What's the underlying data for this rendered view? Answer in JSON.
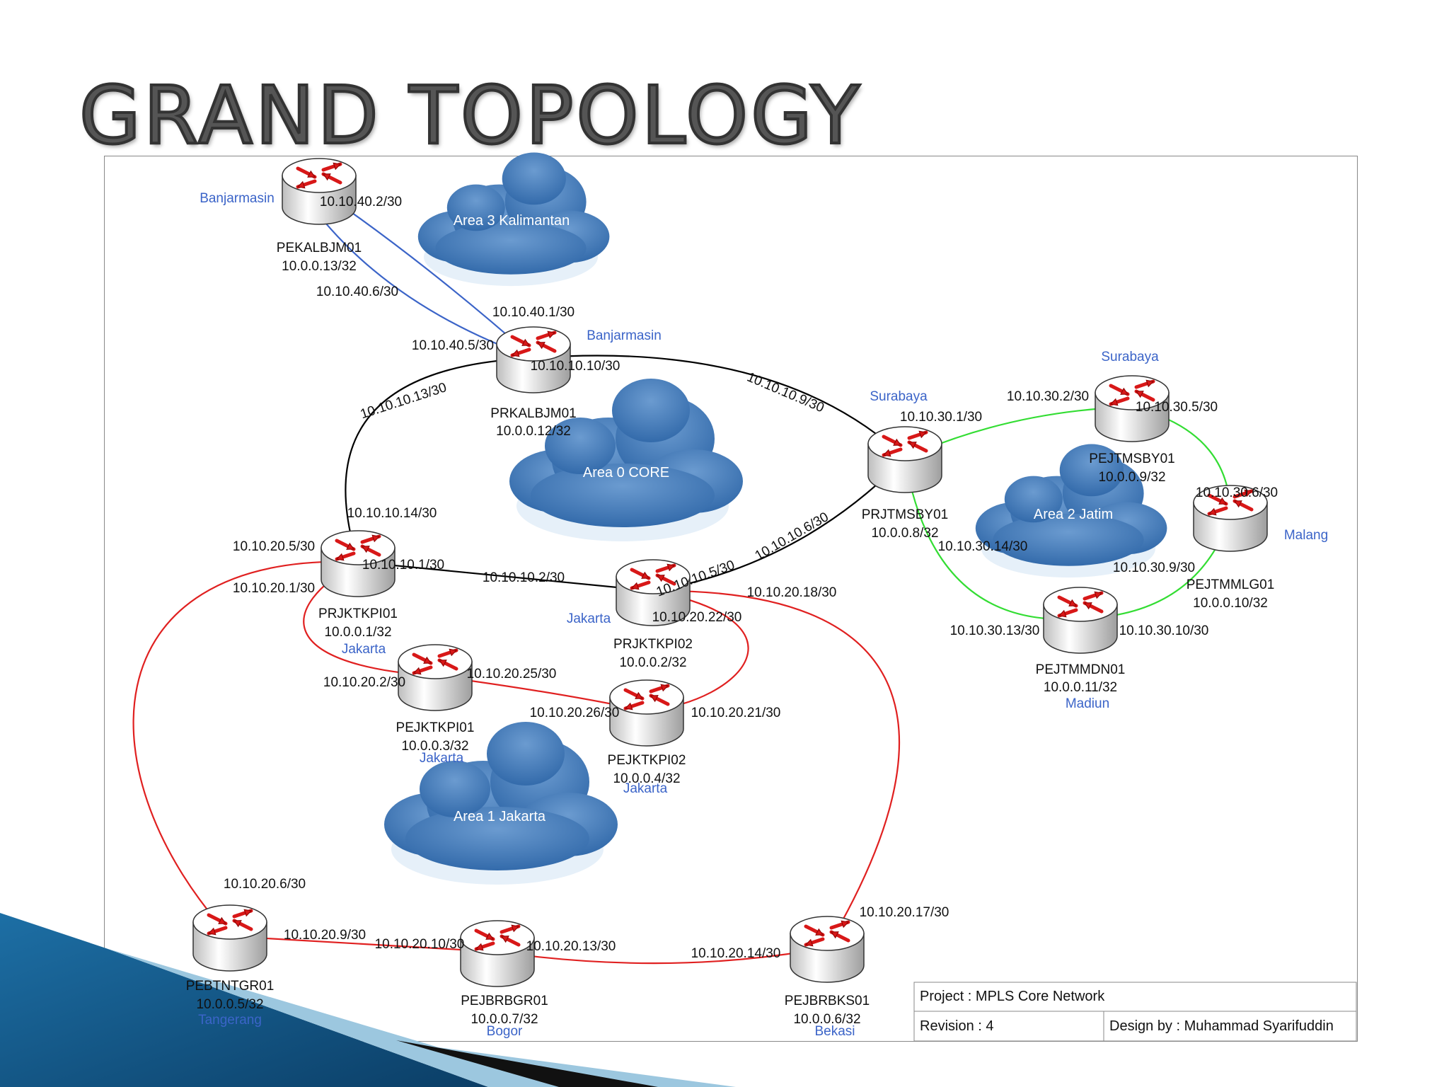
{
  "title": "GRAND TOPOLOGY",
  "colors": {
    "core": "#000000",
    "area1": "#e02020",
    "area2": "#33dd33",
    "area3": "#3b64c8",
    "location": "#3b64c8"
  },
  "areas": [
    {
      "id": "area0",
      "label": "Area 0 CORE"
    },
    {
      "id": "area1",
      "label": "Area 1 Jakarta"
    },
    {
      "id": "area2",
      "label": "Area 2 Jatim"
    },
    {
      "id": "area3",
      "label": "Area 3 Kalimantan"
    }
  ],
  "routers": [
    {
      "id": "PEKALBJM01",
      "name": "PEKALBJM01",
      "ip": "10.0.0.13/32",
      "location": "Banjarmasin"
    },
    {
      "id": "PRKALBJM01",
      "name": "PRKALBJM01",
      "ip": "10.0.0.12/32",
      "location": "Banjarmasin"
    },
    {
      "id": "PRJTMSBY01",
      "name": "PRJTMSBY01",
      "ip": "10.0.0.8/32",
      "location": "Surabaya"
    },
    {
      "id": "PEJTMSBY01",
      "name": "PEJTMSBY01",
      "ip": "10.0.0.9/32",
      "location": "Surabaya"
    },
    {
      "id": "PEJTMMLG01",
      "name": "PEJTMMLG01",
      "ip": "10.0.0.10/32",
      "location": "Malang"
    },
    {
      "id": "PEJTMMDN01",
      "name": "PEJTMMDN01",
      "ip": "10.0.0.11/32",
      "location": "Madiun"
    },
    {
      "id": "PRJKTKPI01",
      "name": "PRJKTKPI01",
      "ip": "10.0.0.1/32",
      "location": "Jakarta"
    },
    {
      "id": "PRJKTKPI02",
      "name": "PRJKTKPI02",
      "ip": "10.0.0.2/32",
      "location": "Jakarta"
    },
    {
      "id": "PEJKTKPI01",
      "name": "PEJKTKPI01",
      "ip": "10.0.0.3/32",
      "location": "Jakarta"
    },
    {
      "id": "PEJKTKPI02",
      "name": "PEJKTKPI02",
      "ip": "10.0.0.4/32",
      "location": "Jakarta"
    },
    {
      "id": "PEBTNTGR01",
      "name": "PEBTNTGR01",
      "ip": "10.0.0.5/32",
      "location": "Tangerang"
    },
    {
      "id": "PEJBRBGR01",
      "name": "PEJBRBGR01",
      "ip": "10.0.0.7/32",
      "location": "Bogor"
    },
    {
      "id": "PEJBRBKS01",
      "name": "PEJBRBKS01",
      "ip": "10.0.0.6/32",
      "location": "Bekasi"
    }
  ],
  "links": [
    {
      "from": "PEKALBJM01",
      "to": "PRKALBJM01",
      "area": "area3",
      "ip_from": "10.10.40.2/30",
      "ip_to": "10.10.40.1/30"
    },
    {
      "from": "PEKALBJM01",
      "to": "PRKALBJM01",
      "area": "area3",
      "ip_from": "10.10.40.6/30",
      "ip_to": "10.10.40.5/30"
    },
    {
      "from": "PRKALBJM01",
      "to": "PRJTMSBY01",
      "area": "area0",
      "ip_from": "10.10.10.10/30",
      "ip_to": "10.10.10.9/30"
    },
    {
      "from": "PRKALBJM01",
      "to": "PRJKTKPI01",
      "area": "area0",
      "ip_from": "10.10.10.13/30",
      "ip_to": "10.10.10.14/30"
    },
    {
      "from": "PRJKTKPI01",
      "to": "PRJKTKPI02",
      "area": "area0",
      "ip_from": "10.10.10.1/30",
      "ip_to": "10.10.10.2/30"
    },
    {
      "from": "PRJKTKPI02",
      "to": "PRJTMSBY01",
      "area": "area0",
      "ip_from": "10.10.10.5/30",
      "ip_to": "10.10.10.6/30"
    },
    {
      "from": "PRJTMSBY01",
      "to": "PEJTMSBY01",
      "area": "area2",
      "ip_from": "10.10.30.1/30",
      "ip_to": "10.10.30.2/30"
    },
    {
      "from": "PEJTMSBY01",
      "to": "PEJTMMLG01",
      "area": "area2",
      "ip_from": "10.10.30.5/30",
      "ip_to": "10.10.30.6/30"
    },
    {
      "from": "PEJTMMLG01",
      "to": "PEJTMMDN01",
      "area": "area2",
      "ip_from": "10.10.30.9/30",
      "ip_to": "10.10.30.10/30"
    },
    {
      "from": "PEJTMMDN01",
      "to": "PRJTMSBY01",
      "area": "area2",
      "ip_from": "10.10.30.13/30",
      "ip_to": "10.10.30.14/30"
    },
    {
      "from": "PRJKTKPI01",
      "to": "PEJKTKPI01",
      "area": "area1",
      "ip_from": "10.10.20.1/30",
      "ip_to": "10.10.20.2/30"
    },
    {
      "from": "PRJKTKPI01",
      "to": "PEBTNTGR01",
      "area": "area1",
      "ip_from": "10.10.20.5/30",
      "ip_to": "10.10.20.6/30"
    },
    {
      "from": "PEBTNTGR01",
      "to": "PEJBRBGR01",
      "area": "area1",
      "ip_from": "10.10.20.9/30",
      "ip_to": "10.10.20.10/30"
    },
    {
      "from": "PEJBRBGR01",
      "to": "PEJBRBKS01",
      "area": "area1",
      "ip_from": "10.10.20.13/30",
      "ip_to": "10.10.20.14/30"
    },
    {
      "from": "PEJBRBKS01",
      "to": "PRJKTKPI02",
      "area": "area1",
      "ip_from": "10.10.20.17/30",
      "ip_to": "10.10.20.18/30"
    },
    {
      "from": "PRJKTKPI02",
      "to": "PEJKTKPI02",
      "area": "area1",
      "ip_from": "10.10.20.22/30",
      "ip_to": "10.10.20.21/30"
    },
    {
      "from": "PEJKTKPI01",
      "to": "PEJKTKPI02",
      "area": "area1",
      "ip_from": "10.10.20.25/30",
      "ip_to": "10.10.20.26/30"
    }
  ],
  "title_block": {
    "project": "Project : MPLS Core Network",
    "revision": "Revision : 4",
    "designer": "Design by : Muhammad Syarifuddin"
  }
}
